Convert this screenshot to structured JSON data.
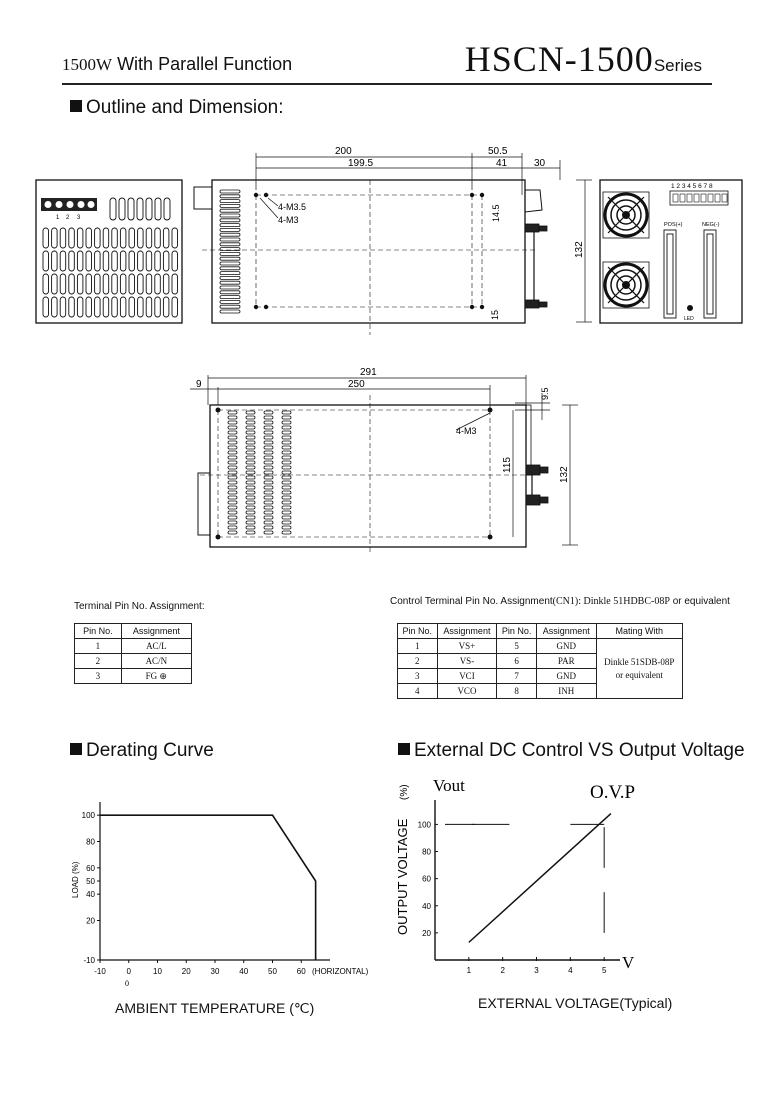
{
  "header": {
    "wattage": "1500W",
    "title": "With Parallel Function",
    "model": "HSCN-1500",
    "series": "Series"
  },
  "sections": {
    "outline": "Outline and Dimension:",
    "derating": "Derating Curve",
    "external": "External DC Control VS Output Voltage"
  },
  "front_view": {
    "terminal_numbers": [
      "1",
      "2",
      "3"
    ]
  },
  "side_view": {
    "dim_200": "200",
    "dim_50_5": "50.5",
    "dim_199_5": "199.5",
    "dim_41": "41",
    "dim_30": "30",
    "screw_1": "4-M3.5",
    "screw_2": "4-M3",
    "dim_14_5": "14.5",
    "dim_15": "15",
    "dim_132": "132"
  },
  "rear_view": {
    "pin_numbers": "1 2 3 4 5 6 7 8",
    "pos_label": "POS(+)",
    "neg_label": "NEG(-)",
    "led_label": "LED"
  },
  "bottom_view": {
    "dim_291": "291",
    "dim_9": "9",
    "dim_250": "250",
    "dim_9_5": "9.5",
    "screw": "4-M3",
    "dim_115": "115",
    "dim_132": "132"
  },
  "terminal_table": {
    "caption": "Terminal Pin No. Assignment:",
    "headers": [
      "Pin No.",
      "Assignment"
    ],
    "rows": [
      [
        "1",
        "AC/L"
      ],
      [
        "2",
        "AC/N"
      ],
      [
        "3",
        "FG ⊕"
      ]
    ]
  },
  "control_table": {
    "caption_a": "Control Terminal Pin No. Assignment",
    "caption_b": "(CN1): Dinkle 51HDBC-08P",
    "caption_c": "or equivalent",
    "headers": [
      "Pin No.",
      "Assignment",
      "Pin No.",
      "Assignment",
      "Mating With"
    ],
    "rows": [
      [
        "1",
        "VS+",
        "5",
        "GND"
      ],
      [
        "2",
        "VS-",
        "6",
        "PAR"
      ],
      [
        "3",
        "VCI",
        "7",
        "GND"
      ],
      [
        "4",
        "VCO",
        "8",
        "INH"
      ]
    ],
    "mating_1": "Dinkle 51SDB-08P",
    "mating_2": "or equivalent"
  },
  "derating": {
    "y_label": "LOAD (%)",
    "x_label": "AMBIENT TEMPERATURE",
    "x_unit": "(℃)",
    "x_note": "(HORIZONTAL)",
    "zero_extra": "0",
    "chart_data": {
      "type": "line",
      "title": "Derating Curve",
      "xlabel": "AMBIENT TEMPERATURE (℃)",
      "ylabel": "LOAD (%)",
      "x_ticks": [
        -10,
        0,
        10,
        20,
        30,
        40,
        50,
        60
      ],
      "y_ticks": [
        -10,
        20,
        40,
        50,
        60,
        80,
        100
      ],
      "series": [
        {
          "x": [
            -10,
            50,
            65,
            65
          ],
          "y": [
            100,
            100,
            50,
            -10
          ]
        }
      ]
    }
  },
  "external": {
    "y_label": "OUTPUT VOLTAGE",
    "y_unit": "(%)",
    "vout": "Vout",
    "ovp": "O.V.P",
    "v": "V",
    "x_label": "EXTERNAL VOLTAGE",
    "x_typ": "(Typical)",
    "chart_data": {
      "type": "line",
      "title": "External DC Control VS Output Voltage",
      "xlabel": "EXTERNAL VOLTAGE (Typical)",
      "ylabel": "OUTPUT VOLTAGE (%)",
      "x_ticks": [
        1,
        2,
        3,
        4,
        5
      ],
      "y_ticks": [
        20,
        40,
        60,
        80,
        100
      ],
      "series": [
        {
          "x": [
            1,
            5.2
          ],
          "y": [
            13,
            108
          ]
        }
      ]
    }
  }
}
